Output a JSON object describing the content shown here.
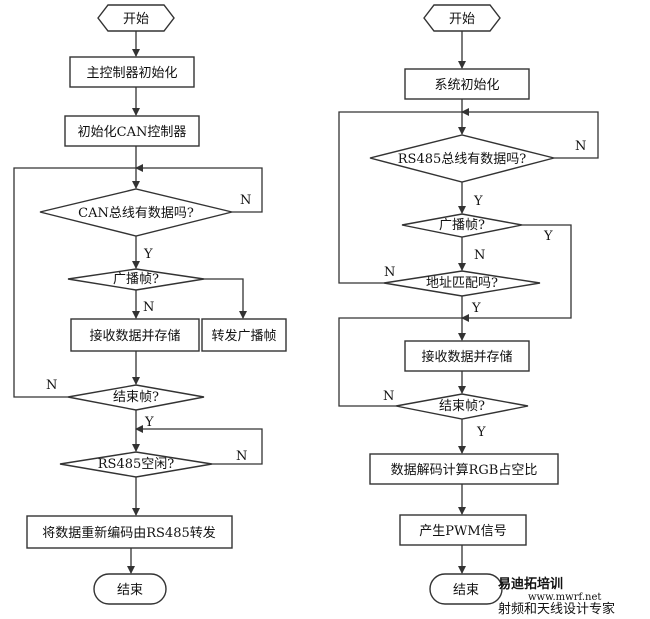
{
  "left": {
    "start": "开始",
    "init_main": "主控制器初始化",
    "init_can": "初始化CAN控制器",
    "can_has_data": "CAN总线有数据吗?",
    "broadcast_frame": "广播帧?",
    "receive_store": "接收数据并存储",
    "forward_broadcast": "转发广播帧",
    "end_frame": "结束帧?",
    "rs485_idle": "RS485空闲?",
    "reencode_forward": "将数据重新编码由RS485转发",
    "end": "结束"
  },
  "right": {
    "start": "开始",
    "sys_init": "系统初始化",
    "rs485_has_data": "RS485总线有数据吗?",
    "broadcast_frame": "广播帧?",
    "address_match": "地址匹配吗?",
    "receive_store": "接收数据并存储",
    "end_frame": "结束帧?",
    "decode_compute": "数据解码计算RGB占空比",
    "produce_pwm": "产生PWM信号",
    "end": "结束"
  },
  "labels": {
    "yes": "Y",
    "no": "N"
  },
  "watermark": {
    "brand": "易迪拓培训",
    "site": "www.mwrf.net",
    "slogan": "射频和天线设计专家"
  }
}
